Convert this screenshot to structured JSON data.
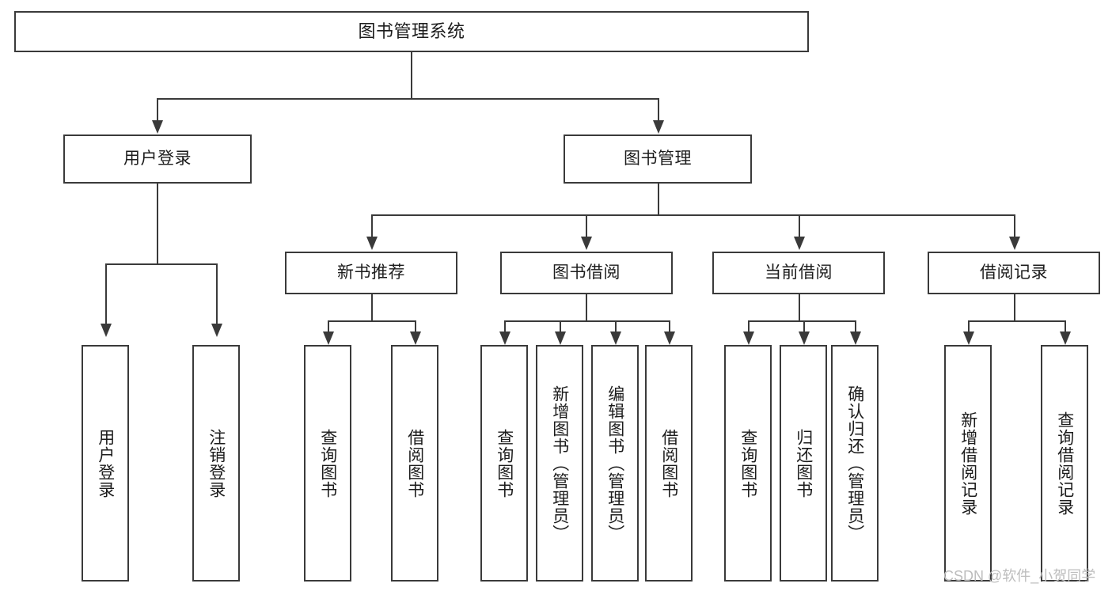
{
  "diagram": {
    "title": "图书管理系统",
    "type": "功能结构图",
    "root": {
      "label": "图书管理系统"
    },
    "level1": [
      {
        "id": "user-login",
        "label": "用户登录"
      },
      {
        "id": "book-manage",
        "label": "图书管理"
      }
    ],
    "level2": [
      {
        "id": "new-book-recommend",
        "label": "新书推荐",
        "parent": "book-manage"
      },
      {
        "id": "book-borrow",
        "label": "图书借阅",
        "parent": "book-manage"
      },
      {
        "id": "current-borrow",
        "label": "当前借阅",
        "parent": "book-manage"
      },
      {
        "id": "borrow-record",
        "label": "借阅记录",
        "parent": "book-manage"
      }
    ],
    "leaves": {
      "user-login": [
        {
          "id": "leaf-user-login",
          "label": "用户登录"
        },
        {
          "id": "leaf-logout-login",
          "label": "注销登录"
        }
      ],
      "new-book-recommend": [
        {
          "id": "leaf-query-book-1",
          "label": "查询图书"
        },
        {
          "id": "leaf-borrow-book-1",
          "label": "借阅图书"
        }
      ],
      "book-borrow": [
        {
          "id": "leaf-query-book-2",
          "label": "查询图书"
        },
        {
          "id": "leaf-add-book",
          "label": "新增图书（管理员）"
        },
        {
          "id": "leaf-edit-book",
          "label": "编辑图书（管理员）"
        },
        {
          "id": "leaf-borrow-book-2",
          "label": "借阅图书"
        }
      ],
      "current-borrow": [
        {
          "id": "leaf-query-book-3",
          "label": "查询图书"
        },
        {
          "id": "leaf-return-book",
          "label": "归还图书"
        },
        {
          "id": "leaf-confirm-return",
          "label": "确认归还（管理员）"
        }
      ],
      "borrow-record": [
        {
          "id": "leaf-add-record",
          "label": "新增借阅记录"
        },
        {
          "id": "leaf-query-record",
          "label": "查询借阅记录"
        }
      ]
    }
  },
  "watermark": {
    "text": "CSDN @软件_小贺同学"
  },
  "colors": {
    "stroke": "#3a3a3a",
    "text": "#1c1c1c",
    "background": "#ffffff",
    "watermark": "#bdbdbd"
  }
}
